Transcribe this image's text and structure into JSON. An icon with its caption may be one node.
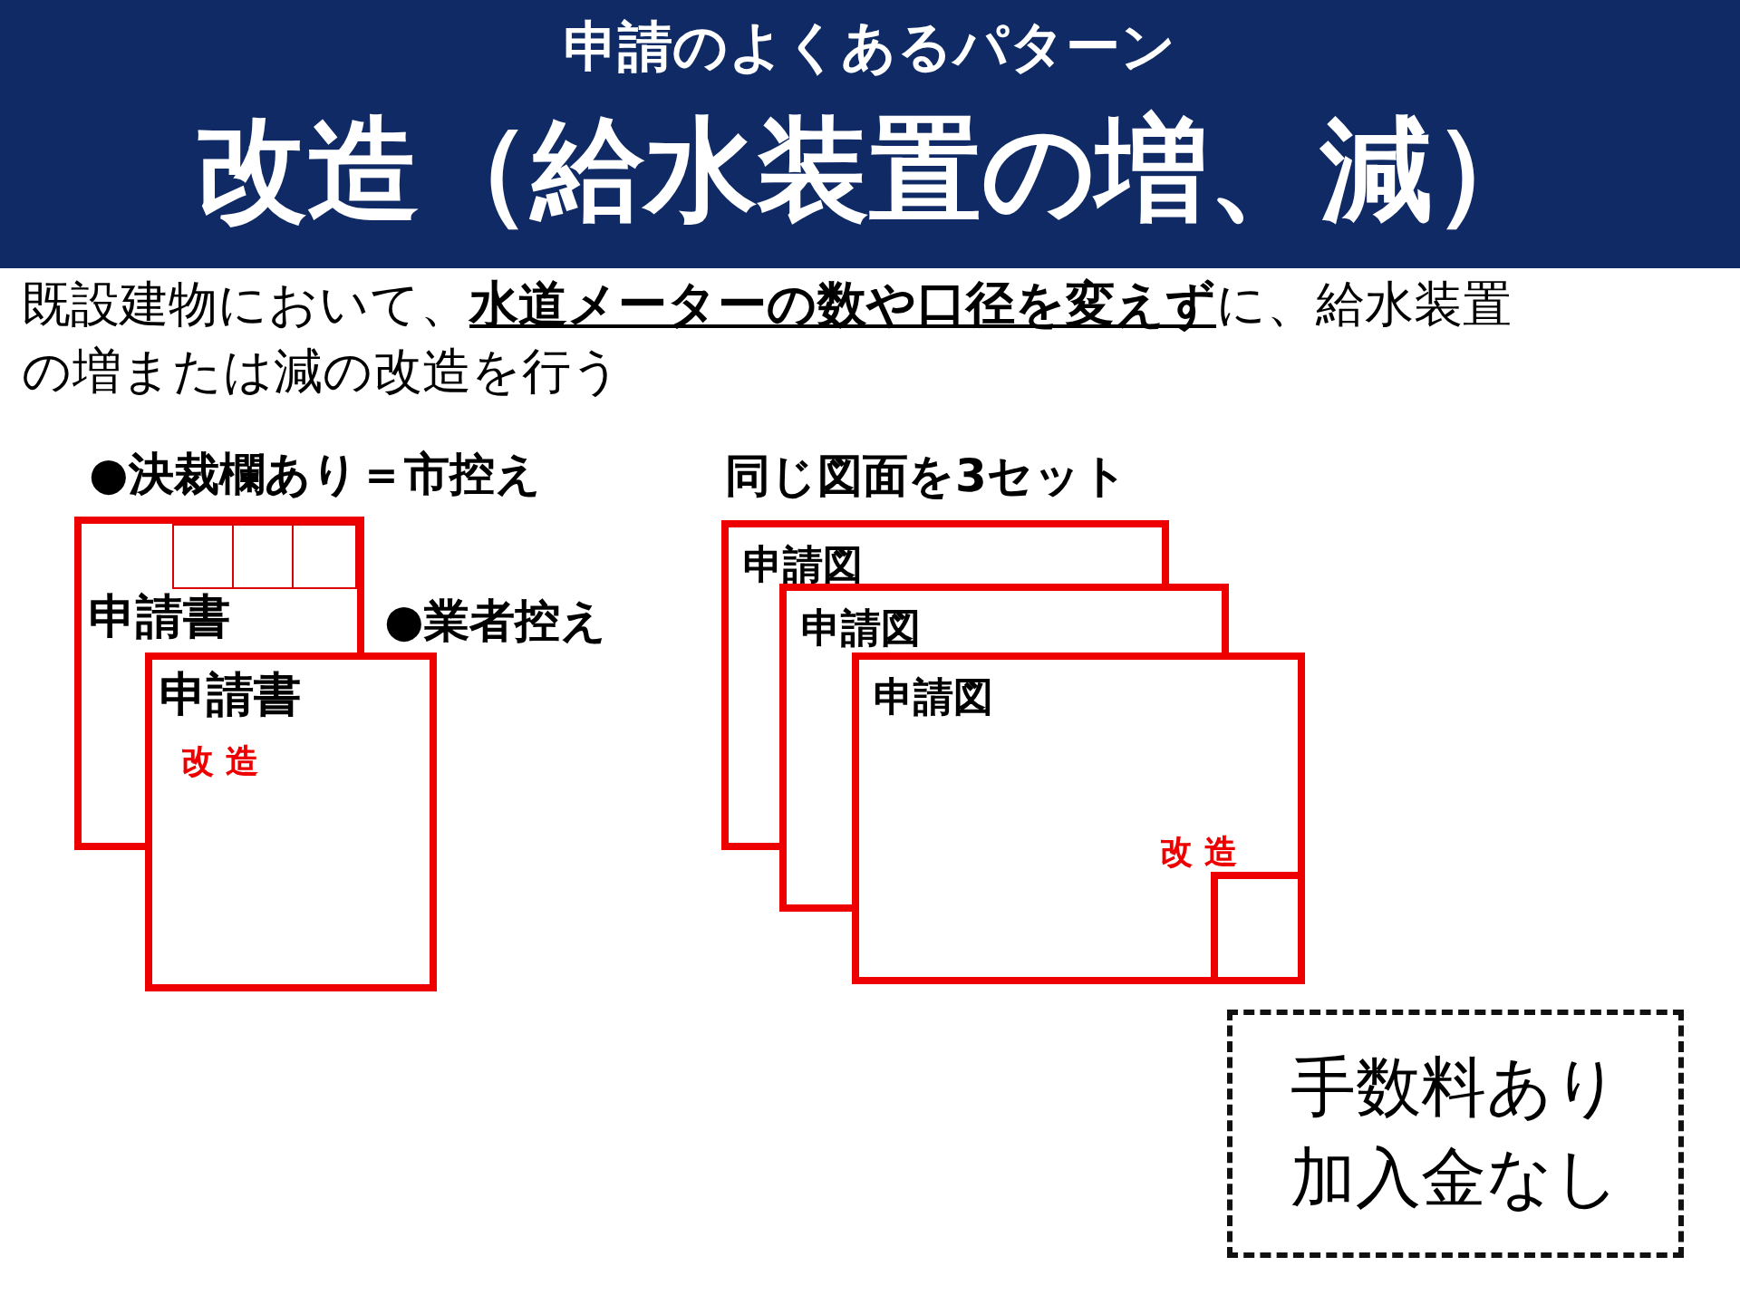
{
  "diagram": {
    "title": "改造（給水装置の増、減）",
    "nodes": [
      {
        "text": [
          "申請書"
        ],
        "beside": [
          "●決裁欄あり＝市控え"
        ]
      },
      {
        "text": [],
        "shape": "box",
        "in": 0
      },
      {
        "text": [],
        "shape": "box",
        "in": 0
      },
      {
        "text": [],
        "shape": "box",
        "in": 0
      },
      {
        "text": [
          "申請書",
          "改 造"
        ],
        "beside": [
          "●業者控え"
        ]
      },
      {
        "text": [
          "申請図"
        ]
      },
      {
        "text": [
          "申請図"
        ]
      },
      {
        "text": [
          "申請図",
          "改 造"
        ]
      },
      {
        "text": [],
        "shape": "box",
        "in": 7
      },
      {
        "text": [
          "手数料あり",
          "加入金なし"
        ]
      }
    ],
    "edges": [],
    "labels": [
      "申請のよくあるパターン",
      "既設建物において、**水道メーターの数や口径を変えず**に、給水装置の増または減の改造を行う",
      "同じ図面を3セット"
    ]
  }
}
